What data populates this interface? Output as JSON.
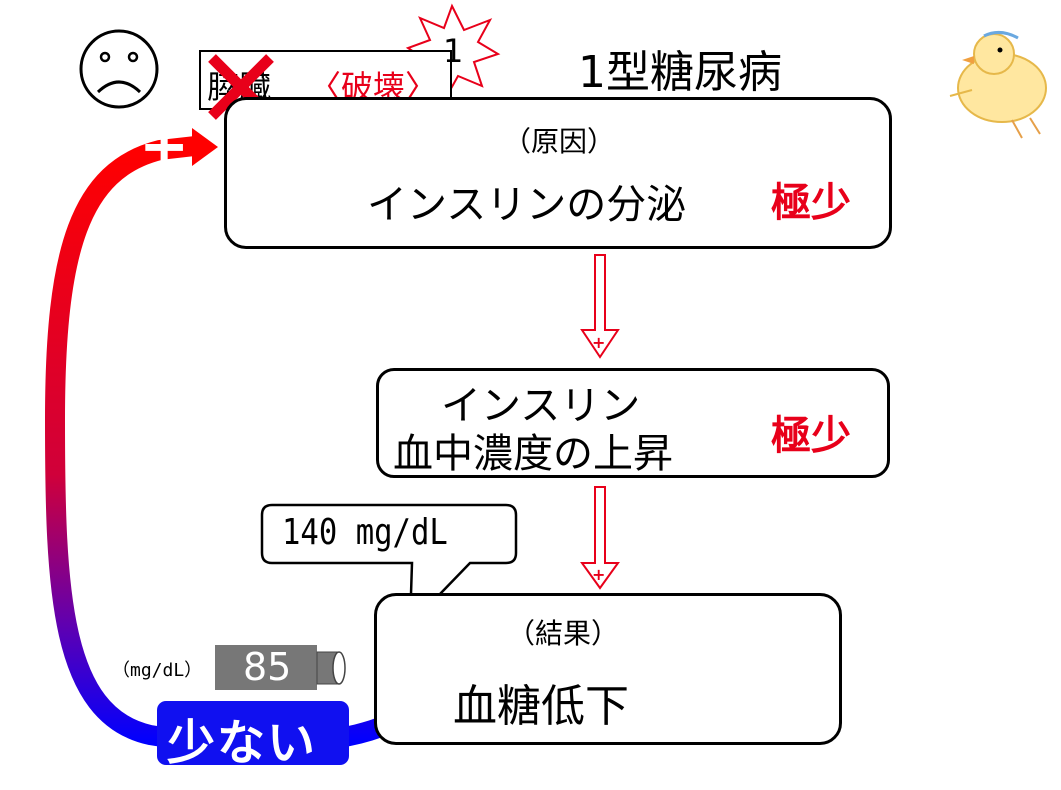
{
  "title": "1型糖尿病",
  "badge_number": "1",
  "pancreas": {
    "organ": "膵臓",
    "state": "〈破壊〉"
  },
  "cause_box": {
    "heading": "（原因）",
    "text": "インスリンの分泌",
    "amount": "極少"
  },
  "level_box": {
    "line1": "インスリン",
    "line2": "血中濃度の上昇",
    "amount": "極少"
  },
  "result_box": {
    "heading": "（結果）",
    "text": "血糖低下"
  },
  "callout": {
    "text": "140 mg/dL"
  },
  "meter": {
    "unit": "（mg/dL）",
    "value": "85"
  },
  "feedback": {
    "label": "少ない",
    "sign": "+"
  },
  "arrow_signs": [
    "+",
    "+"
  ],
  "colors": {
    "accent_red": "#e8001a",
    "feedback_start": "#ff0000",
    "feedback_end": "#0000ff",
    "meter_gray": "#777777",
    "label_blue": "#1010f0"
  },
  "icons": [
    "sad-face-icon",
    "red-x-icon",
    "starburst-icon",
    "chick-drawing-icon",
    "hollow-down-arrow-icon",
    "plus-icon"
  ]
}
